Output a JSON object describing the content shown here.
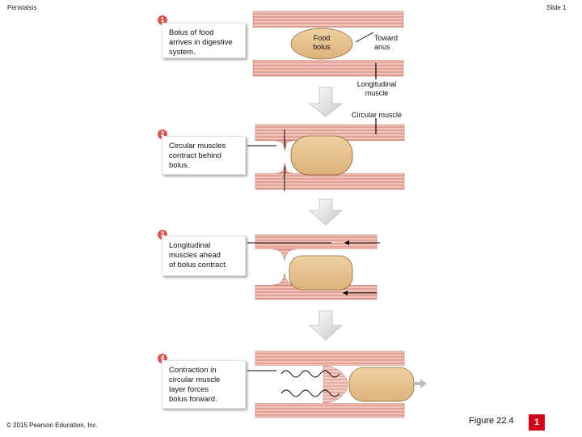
{
  "header": {
    "title": "Peristalsis",
    "slide": "Slide 1"
  },
  "steps": [
    {
      "num": "1",
      "text": "Bolus of food\narrives in digestive\nsystem."
    },
    {
      "num": "2",
      "text": "Circular muscles\ncontract behind\nbolus."
    },
    {
      "num": "3",
      "text": "Longitudinal\nmuscles ahead\nof bolus contract."
    },
    {
      "num": "4",
      "text": "Contraction in\ncircular muscle\nlayer forces\nbolus forward."
    }
  ],
  "labels": {
    "food_bolus": "Food\nbolus",
    "toward_anus": "Toward\nanus",
    "longitudinal_muscle": "Longitudinal\nmuscle",
    "circular_muscle": "Circular muscle"
  },
  "footer": {
    "copyright": "© 2015 Pearson Education, Inc.",
    "figure": "Figure 22.4",
    "figure_number": "1"
  },
  "colors": {
    "badge": "#d9534f",
    "muscle": "#e9a89e",
    "bolus": "#e8c48f",
    "fig_num": "#d0021b"
  }
}
